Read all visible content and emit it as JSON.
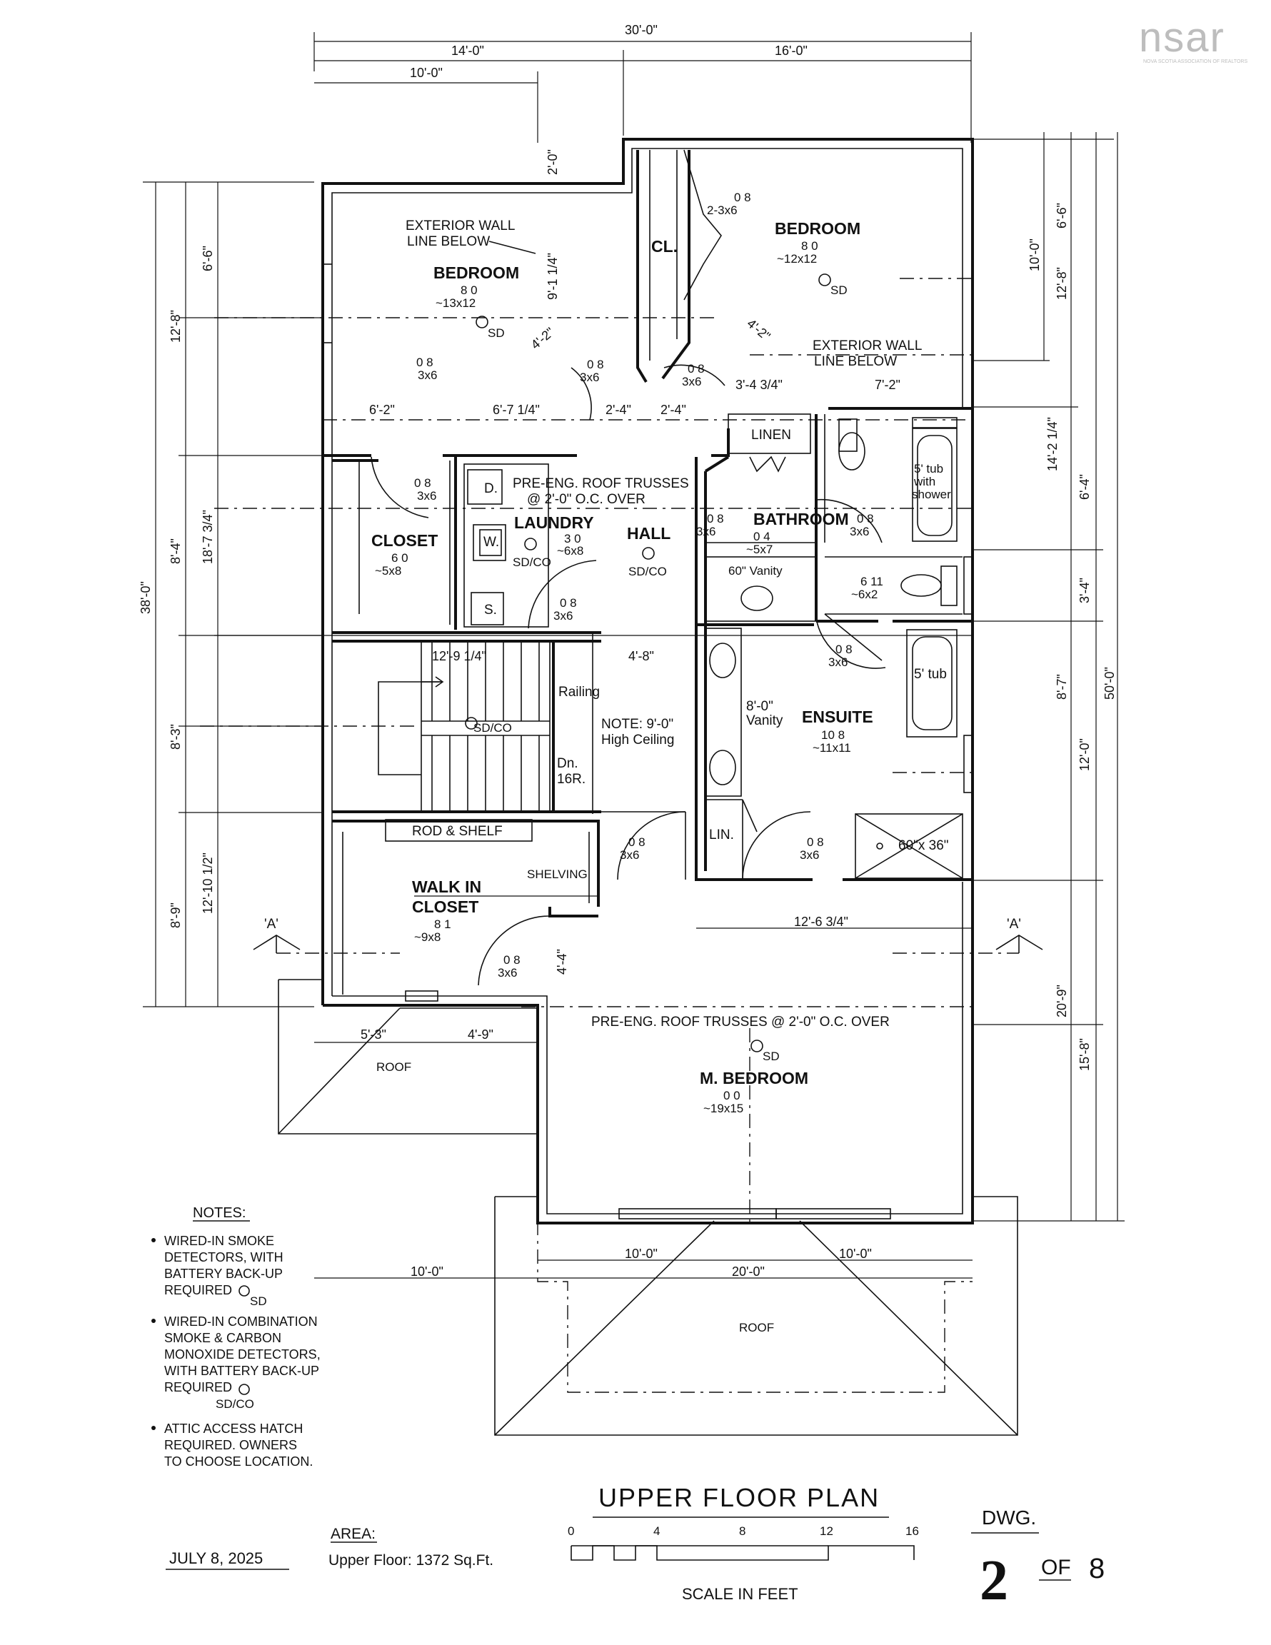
{
  "logo": {
    "brand": "nsar",
    "tagline": "NOVA SCOTIA ASSOCIATION OF REALTORS"
  },
  "rooms": {
    "bedroom_left": {
      "name": "BEDROOM",
      "ceiling": "8  0",
      "size": "~13x12"
    },
    "bedroom_right": {
      "name": "BEDROOM",
      "ceiling": "8  0",
      "size": "~12x12"
    },
    "closet_cl": "CL.",
    "closet": {
      "name": "CLOSET",
      "ceiling": "6  0",
      "size": "~5x8"
    },
    "laundry": {
      "name": "LAUNDRY",
      "ceiling": "3  0",
      "size": "~6x8"
    },
    "hall": {
      "name": "HALL",
      "detector": "SD/CO"
    },
    "bathroom": {
      "name": "BATHROOM",
      "ceiling": "0  4",
      "size": "~5x7"
    },
    "toilet_room": {
      "ceiling": "6  11",
      "size": "~6x2"
    },
    "ensuite": {
      "name": "ENSUITE",
      "ceiling": "10  8",
      "size": "~11x11"
    },
    "walk_in_closet": {
      "name_line1": "WALK  IN",
      "name_line2": "CLOSET",
      "ceiling": "8  1",
      "size": "~9x8"
    },
    "master": {
      "name": "M. BEDROOM",
      "ceiling": "0  0",
      "size": "~19x15"
    },
    "linen": "LINEN",
    "lin": "LIN."
  },
  "fixtures": {
    "dryer": "D.",
    "washer": "W.",
    "sink": "S.",
    "tub_shower": [
      "5' tub",
      "with",
      "shower"
    ],
    "tub": "5' tub",
    "vanity_60": "60\" Vanity",
    "vanity_8": [
      "8'-0\"",
      "Vanity"
    ],
    "shower": "60\"x 36\"",
    "railing": "Railing",
    "stairs": [
      "Dn.",
      "16R."
    ],
    "rod_shelf": "ROD  &  SHELF",
    "shelving": "SHELVING",
    "roof_left": "ROOF",
    "roof_bottom": "ROOF"
  },
  "doors": {
    "d1": "0  8",
    "d1b": "3x6",
    "d2": "0  8",
    "d2b": "2-3x6",
    "d3": "0  8",
    "d3b": "3x6",
    "d4": "0  8",
    "d4b": "3x6",
    "d5": "0  8",
    "d5b": "3x6",
    "d6": "0  8",
    "d6b": "3x6",
    "d7": "0  8",
    "d7b": "3x6",
    "d8": "0  8",
    "d8b": "3x6",
    "d9": "0  8",
    "d9b": "3x6",
    "d10": "0  8",
    "d10b": "3x6",
    "d11": "0  8",
    "d11b": "3x6",
    "d12": "0  8",
    "d12b": "3x6"
  },
  "annotations": {
    "ext_wall_left": [
      "EXTERIOR  WALL",
      "LINE  BELOW"
    ],
    "ext_wall_right": [
      "EXTERIOR  WALL",
      "LINE  BELOW"
    ],
    "trusses_upper": [
      "PRE-ENG.  ROOF  TRUSSES",
      "@  2'-0\"  O.C.  OVER"
    ],
    "trusses_lower": "PRE-ENG.  ROOF  TRUSSES  @  2'-0\"  O.C.  OVER",
    "ceiling_note": [
      "NOTE:  9'-0\"",
      "High  Ceiling"
    ],
    "sd": "SD",
    "sdco": "SD/CO",
    "section": "'A'"
  },
  "dimensions": {
    "top_total": "30'-0\"",
    "top_left": "14'-0\"",
    "top_right": "16'-0\"",
    "top_inner": "10'-0\"",
    "d_2_0": "2'-0\"",
    "d_9_1": "9'-1 1/4\"",
    "d_4_2a": "4'-2\"",
    "d_4_2b": "4'-2\"",
    "d_6_2": "6'-2\"",
    "d_6_7": "6'-7 1/4\"",
    "d_2_4a": "2'-4\"",
    "d_2_4b": "2'-4\"",
    "d_3_4": "3'-4 3/4\"",
    "d_7_2": "7'-2\"",
    "d_12_9": "12'-9 1/4\"",
    "d_4_8": "4'-8\"",
    "d_12_6": "12'-6 3/4\"",
    "d_4_4": "4'-4\"",
    "d_5_3": "5'-3\"",
    "d_4_9": "4'-9\"",
    "left_6_6": "6'-6\"",
    "left_12_8": "12'-8\"",
    "left_8_4": "8'-4\"",
    "left_18_7": "18'-7 3/4\"",
    "left_38": "38'-0\"",
    "left_8_3": "8'-3\"",
    "left_12_10": "12'-10 1/2\"",
    "left_8_9": "8'-9\"",
    "right_10": "10'-0\"",
    "right_6_6": "6'-6\"",
    "right_12_8": "12'-8\"",
    "right_14_2": "14'-2 1/4\"",
    "right_6_4": "6'-4\"",
    "right_3_4": "3'-4\"",
    "right_8_7": "8'-7\"",
    "right_12_0": "12'-0\"",
    "right_50": "50'-0\"",
    "right_20_9": "20'-9\"",
    "right_15_8": "15'-8\"",
    "bottom_10a": "10'-0\"",
    "bottom_10b": "10'-0\"",
    "bottom_20": "20'-0\"",
    "bottom_left_10": "10'-0\""
  },
  "notes": {
    "title": "NOTES:",
    "items": [
      [
        "WIRED-IN  SMOKE",
        "DETECTORS,  WITH",
        "BATTERY  BACK-UP",
        "REQUIRED"
      ],
      [
        "WIRED-IN  COMBINATION",
        "SMOKE  &  CARBON",
        "MONOXIDE  DETECTORS,",
        "WITH  BATTERY  BACK-UP",
        "REQUIRED"
      ],
      [
        "ATTIC  ACCESS  HATCH",
        "REQUIRED.  OWNERS",
        "TO  CHOOSE  LOCATION."
      ]
    ]
  },
  "title_block": {
    "date": "JULY  8,  2025",
    "area_label": "AREA:",
    "area_value": "Upper  Floor:  1372  Sq.Ft.",
    "plan_title": "UPPER  FLOOR  PLAN",
    "scale_ticks": [
      "0",
      "4",
      "8",
      "12",
      "16"
    ],
    "scale_label": "SCALE  IN  FEET",
    "dwg_label": "DWG.",
    "dwg_number": "2",
    "dwg_of": "OF",
    "dwg_total": "8"
  }
}
